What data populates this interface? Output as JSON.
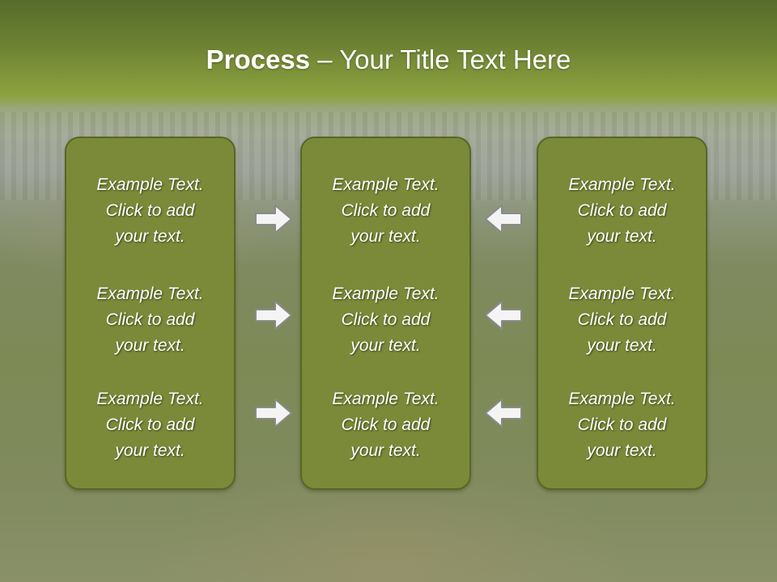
{
  "slide": {
    "title_strong": "Process",
    "title_rest": " – Your Title Text Here"
  },
  "columns": [
    {
      "blocks": [
        {
          "lines": [
            "Example Text.",
            "Click  to add",
            "your text."
          ]
        },
        {
          "lines": [
            "Example Text.",
            "Click  to add",
            "your text."
          ]
        },
        {
          "lines": [
            "Example Text.",
            "Click  to add",
            "your text."
          ]
        }
      ]
    },
    {
      "blocks": [
        {
          "lines": [
            "Example Text.",
            "Click  to add",
            "your text."
          ]
        },
        {
          "lines": [
            "Example Text.",
            "Click  to add",
            "your text."
          ]
        },
        {
          "lines": [
            "Example Text.",
            "Click  to add",
            "your text."
          ]
        }
      ]
    },
    {
      "blocks": [
        {
          "lines": [
            "Example Text.",
            "Click  to add",
            "your text."
          ]
        },
        {
          "lines": [
            "Example Text.",
            "Click  to add",
            "your text."
          ]
        },
        {
          "lines": [
            "Example Text.",
            "Click  to add",
            "your text."
          ]
        }
      ]
    }
  ],
  "arrows": {
    "left_group": [
      "arrow-right-icon",
      "arrow-right-icon",
      "arrow-right-icon"
    ],
    "right_group": [
      "arrow-left-icon",
      "arrow-left-icon",
      "arrow-left-icon"
    ]
  },
  "colors": {
    "box_fill": "#7b8a38",
    "box_border": "#5a6624",
    "arrow_fill": "#f4f4f4",
    "arrow_stroke": "#8a8a8a"
  }
}
